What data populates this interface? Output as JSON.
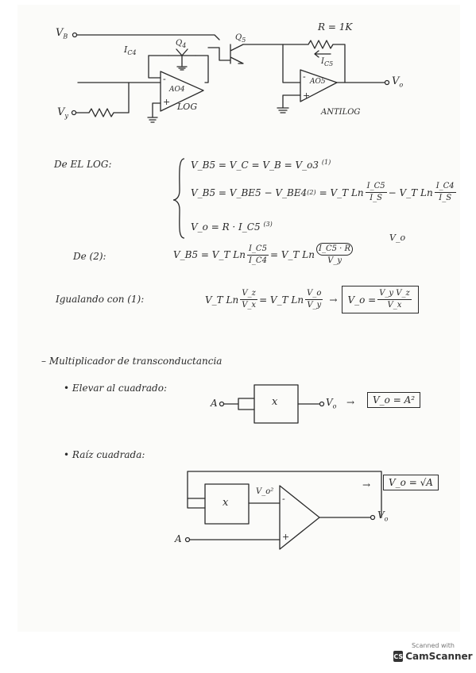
{
  "circuit1": {
    "vb": "V",
    "vb_sub": "B",
    "ic4": "I",
    "ic4_sub": "C4",
    "q4": "Q",
    "q4_sub": "4",
    "q5": "Q",
    "q5_sub": "5",
    "r_label": "R = 1K",
    "ic5": "I",
    "ic5_sub": "C5",
    "ao4": "AO4",
    "ao5": "AO5",
    "vo": "V",
    "vo_sub": "o",
    "vy": "V",
    "vy_sub": "y",
    "log": "LOG",
    "antilog": "ANTILOG",
    "minus": "-",
    "plus": "+"
  },
  "equations": {
    "intro": "De EL LOG:",
    "eq1": "V_B5 = V_C = V_B = V_o3",
    "eq1_tag": "(1)",
    "eq2_lhs": "V_B5 = V_BE5 − V_BE4",
    "eq2_tag": "(2)",
    "eq2_mid": "= V_T Ln",
    "eq2_f1_num": "I_C5",
    "eq2_f1_den": "I_S",
    "eq2_minus": "− V_T Ln",
    "eq2_f2_num": "I_C4",
    "eq2_f2_den": "I_S",
    "eq3": "V_o = R · I_C5",
    "eq3_tag": "(3)",
    "de2": "De (2):",
    "de2_lhs": "V_B5 = V_T Ln",
    "de2_f1_num": "I_C5",
    "de2_f1_den": "I_C4",
    "de2_mid": "= V_T Ln",
    "de2_f2_num": "I_C5 · R",
    "de2_f2_den": "V_y",
    "de2_note": "V_o",
    "ig_label": "Igualando con (1):",
    "ig_lhs": "V_T Ln",
    "ig_f1_num": "V_z",
    "ig_f1_den": "V_x",
    "ig_mid": "= V_T Ln",
    "ig_f2_num": "V_o",
    "ig_f2_den": "V_y",
    "arrow": "→",
    "ig_result_lhs": "V_o =",
    "ig_result_num": "V_y V_z",
    "ig_result_den": "V_x"
  },
  "section2": {
    "title": "– Multiplicador de transconductancia",
    "b1": "• Elevar al cuadrado:",
    "b1_input": "A",
    "b1_block": "x",
    "b1_out": "V",
    "b1_out_sub": "o",
    "b1_arrow": "→",
    "b1_result": "V_o = A²",
    "b2": "• Raíz cuadrada:",
    "b2_block": "x",
    "b2_vo2": "V_o²",
    "b2_out": "V",
    "b2_out_sub": "o",
    "b2_input": "A",
    "b2_minus": "-",
    "b2_plus": "+",
    "b2_arrow": "→",
    "b2_result": "V_o = √A"
  },
  "watermark": {
    "top": "Scanned with",
    "logo": "CS",
    "name": "CamScanner"
  }
}
